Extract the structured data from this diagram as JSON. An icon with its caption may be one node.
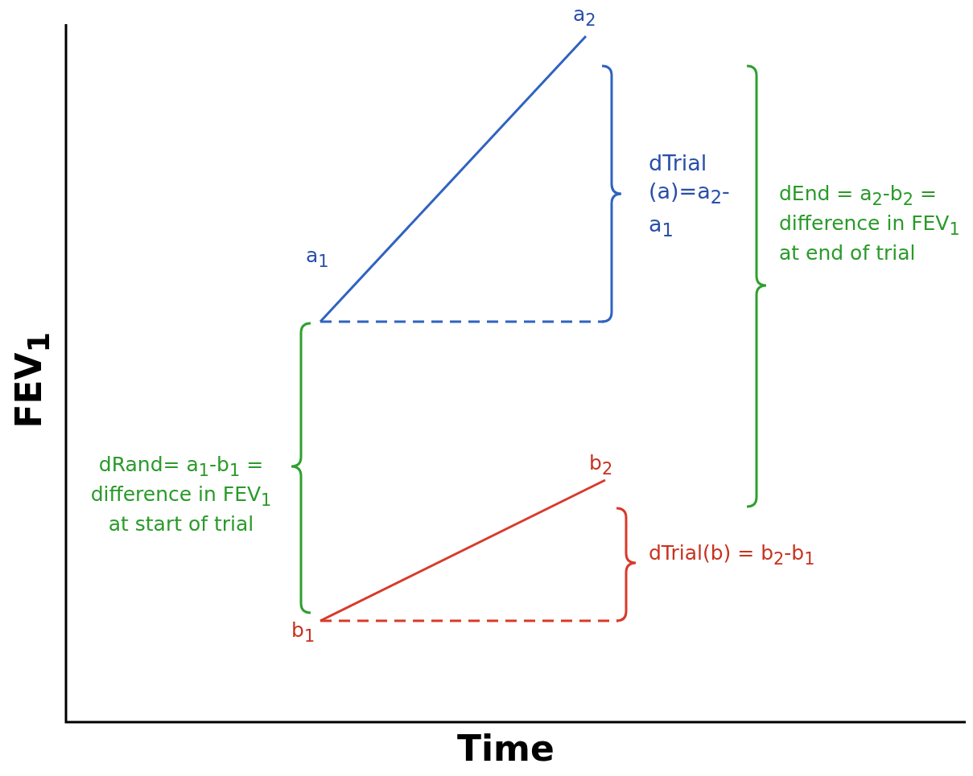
{
  "diagram": {
    "labels": [
      "a$_{2}$",
      "dTrial (a)=a$_{2}$-a$_{1}$",
      "a$_{1}$",
      "dEnd = a$_{2}$-b$_{2}$ = difference in FEV$_{1}$ at end of trial",
      "FEV$_{1}$",
      "dRand= a$_{1}$-b$_{1}$ = difference in FEV$_{1}$ at start of trial",
      "b$_{2}$",
      "dTrial(b) = b$_{2}$-b$_{1}$",
      "b$_{1}$",
      "Time"
    ]
  }
}
